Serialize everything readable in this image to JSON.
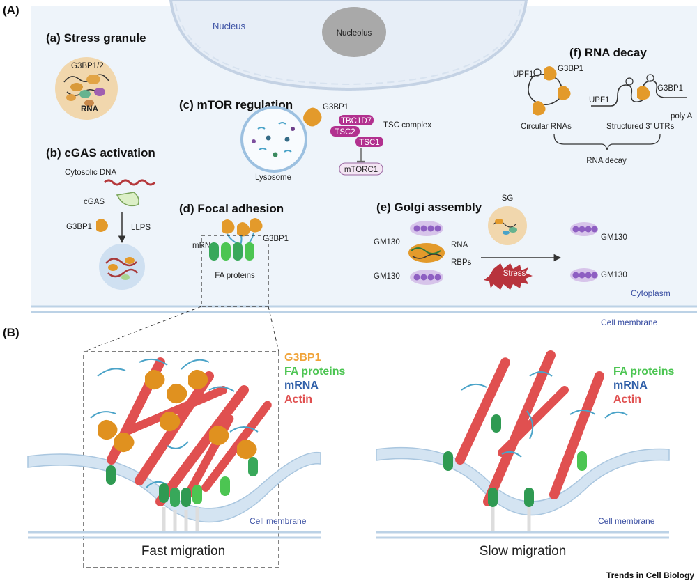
{
  "panels": {
    "A": "(A)",
    "B": "(B)"
  },
  "compartments": {
    "nucleus": "Nucleus",
    "nucleolus": "Nucleolus",
    "cytoplasm": "Cytoplasm",
    "cell_membrane_top": "Cell membrane",
    "cell_membrane_fast": "Cell membrane",
    "cell_membrane_slow": "Cell membrane"
  },
  "stress_granule": {
    "title": "(a) Stress granule",
    "g3bp": "G3BP1/2",
    "rna": "RNA"
  },
  "cgas": {
    "title": "(b) cGAS activation",
    "dna": "Cytosolic DNA",
    "cgas": "cGAS",
    "g3bp": "G3BP1",
    "llps": "LLPS"
  },
  "mtor": {
    "title": "(c) mTOR regulation",
    "g3bp": "G3BP1",
    "tbc1d7": "TBC1D7",
    "tsc2": "TSC2",
    "tsc1": "TSC1",
    "tsc_complex": "TSC complex",
    "mtorc1": "mTORC1",
    "lysosome": "Lysosome"
  },
  "focal": {
    "title": "(d) Focal adhesion",
    "mrna": "mRNA",
    "g3bp": "G3BP1",
    "fa": "FA proteins"
  },
  "golgi": {
    "title": "(e) Golgi assembly",
    "sg": "SG",
    "gm130_1": "GM130",
    "gm130_2": "GM130",
    "gm130_3": "GM130",
    "gm130_4": "GM130",
    "rna": "RNA",
    "rbps": "RBPs",
    "stress": "Stress"
  },
  "decay": {
    "title": "(f) RNA decay",
    "upf1_a": "UPF1",
    "g3bp_a": "G3BP1",
    "upf1_b": "UPF1",
    "g3bp_b": "G3BP1",
    "polya": "poly A",
    "circular": "Circular RNAs",
    "structured": "Structured 3’ UTRs",
    "rna_decay": "RNA decay"
  },
  "legend_fast": [
    "G3BP1",
    "FA proteins",
    "mRNA",
    "Actin"
  ],
  "legend_slow": [
    "FA proteins",
    "mRNA",
    "Actin"
  ],
  "migration": {
    "fast": "Fast migration",
    "slow": "Slow migration"
  },
  "journal": "Trends in Cell Biology",
  "colors": {
    "g3bp": "#f0a338",
    "fa": "#4cc552",
    "mrna": "#2f5fa8",
    "actin": "#e05050",
    "tsc": "#b2318f",
    "membrane": "#c9dcec",
    "cytoplasm": "#eef4fa"
  }
}
